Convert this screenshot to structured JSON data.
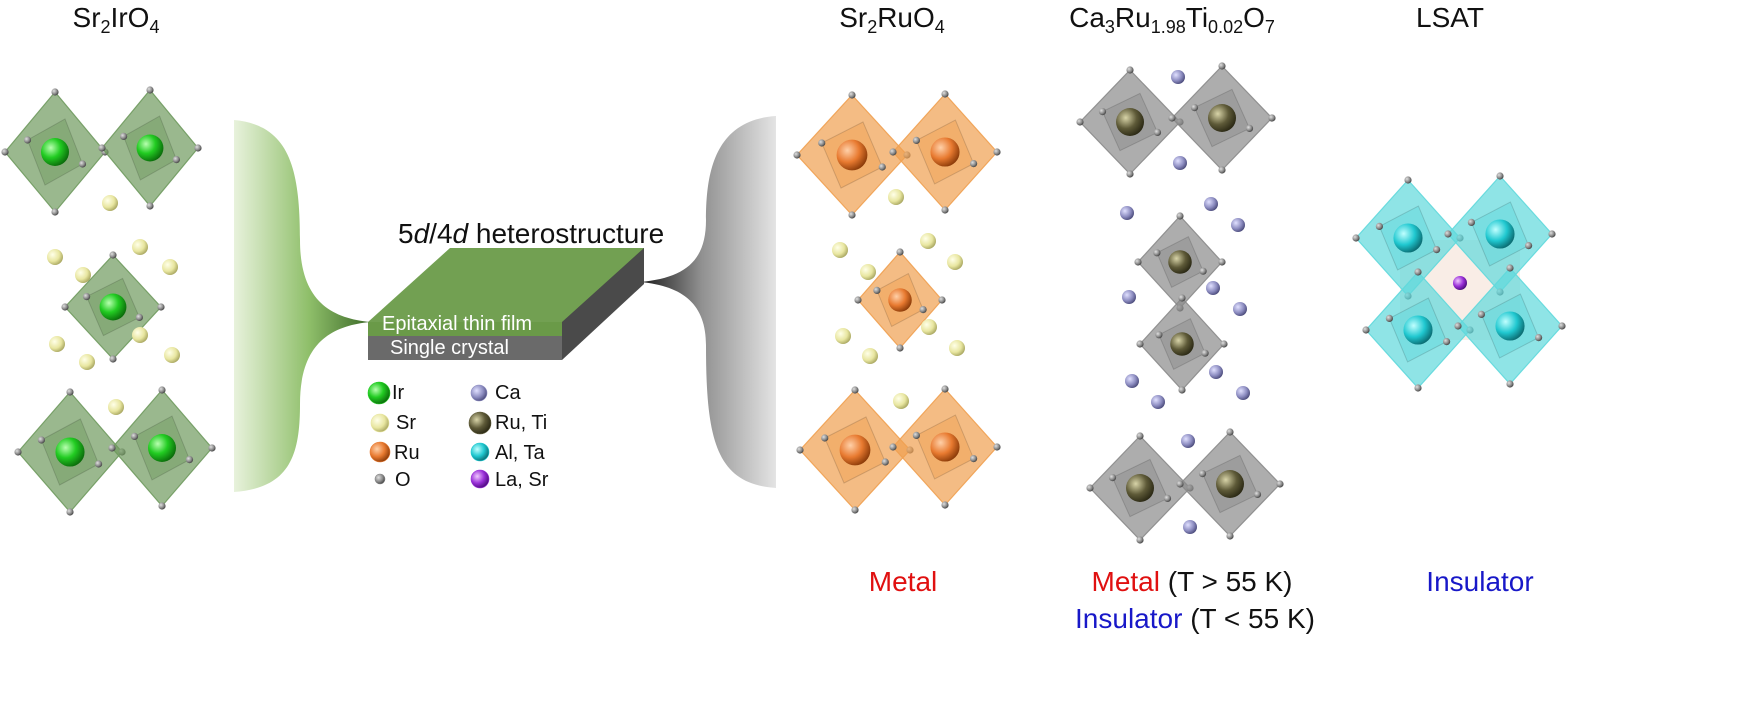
{
  "titles": {
    "sr2iro4": {
      "base1": "Sr",
      "sub1": "2",
      "base2": "IrO",
      "sub2": "4"
    },
    "sr2ruo4": {
      "base1": "Sr",
      "sub1": "2",
      "base2": "RuO",
      "sub2": "4"
    },
    "ca3ru": {
      "base1": "Ca",
      "sub1": "3",
      "base2": "Ru",
      "sub2": "1.98",
      "base3": "Ti",
      "sub3": "0.02",
      "base4": "O",
      "sub4": "7"
    },
    "lsat": "LSAT"
  },
  "heterostructure": {
    "d1": "5",
    "i1": "d",
    "slash": "/",
    "d2": "4",
    "i2": "d",
    "rest": " heterostructure"
  },
  "film": {
    "top_label": "Epitaxial thin film",
    "bottom_label": "Single crystal"
  },
  "legend": [
    {
      "label": "Ir",
      "color": "#22cc22"
    },
    {
      "label": "Sr",
      "color": "#e8e6a0"
    },
    {
      "label": "Ru",
      "color": "#e87a30"
    },
    {
      "label": "O",
      "color": "#8a8a8a"
    },
    {
      "label": "Ca",
      "color": "#8c8cc0"
    },
    {
      "label": "Ru, Ti",
      "color": "#5e5a38"
    },
    {
      "label": "Al, Ta",
      "color": "#20c8d0"
    },
    {
      "label": "La, Sr",
      "color": "#9a30d8"
    }
  ],
  "properties": {
    "sr2ruo4": "Metal",
    "ca3ru_metal": "Metal",
    "ca3ru_metal_cond": "(T > 55 K)",
    "ca3ru_insul": "Insulator",
    "ca3ru_insul_cond": "(T < 55 K)",
    "lsat": "Insulator"
  },
  "colors": {
    "metal": "#e01010",
    "insulator": "#1818c8",
    "film_top": "#6f9a4e",
    "substrate": "#6a6a6a",
    "ir_octahedron": "#6f9a5e",
    "ru_octahedron": "#f0a050",
    "ca3ru_octahedron": "#8a8a8a",
    "lsat_octahedron": "#5fd8dc"
  }
}
